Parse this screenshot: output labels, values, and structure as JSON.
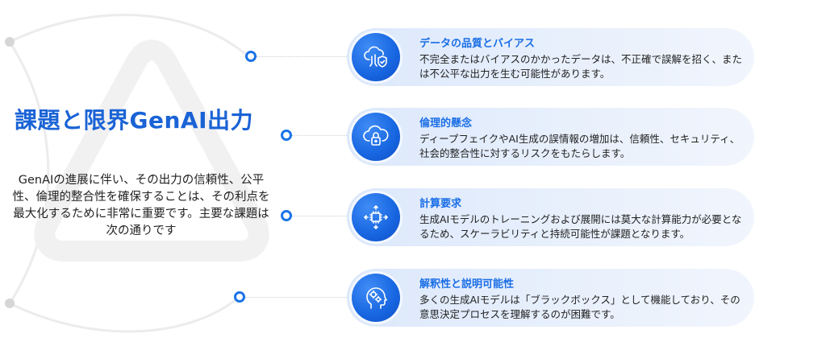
{
  "title": "課題と限界GenAI出力",
  "intro": "GenAIの進展に伴い、その出力の信頼性、公平性、倫理的整合性を確保することは、その利点を最大化するために非常に重要です。主要な課題は次の通りです",
  "colors": {
    "accent": "#1a63d6",
    "card_title": "#1a6ee6",
    "badge": "#1765e0"
  },
  "items": [
    {
      "icon": "cloud-shield-icon",
      "title": "データの品質とバイアス",
      "desc": "不完全またはバイアスのかかったデータは、不正確で誤解を招く、または不公平な出力を生む可能性があります。"
    },
    {
      "icon": "cloud-lock-icon",
      "title": "倫理的懸念",
      "desc": "ディープフェイクやAI生成の誤情報の増加は、信頼性、セキュリティ、社会的整合性に対するリスクをもたらします。"
    },
    {
      "icon": "cpu-arrows-icon",
      "title": "計算要求",
      "desc": "生成AIモデルのトレーニングおよび展開には莫大な計算能力が必要となるため、スケーラビリティと持続可能性が課題となります。"
    },
    {
      "icon": "head-gears-icon",
      "title": "解釈性と説明可能性",
      "desc": "多くの生成AIモデルは「ブラックボックス」として機能しており、その意思決定プロセスを理解するのが困難です。"
    }
  ]
}
